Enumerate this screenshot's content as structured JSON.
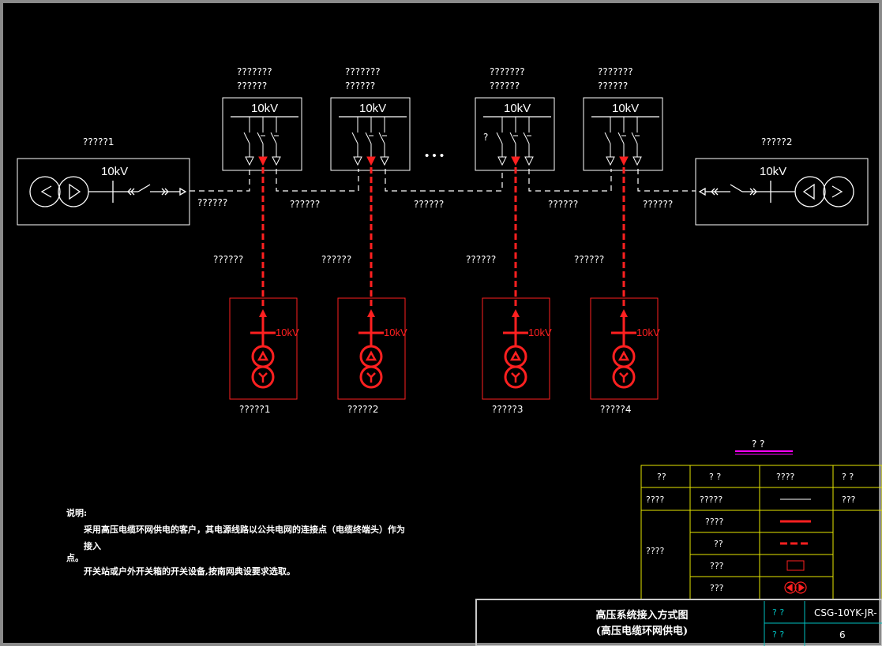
{
  "voltage": "10kV",
  "source_left": {
    "name": "?????1"
  },
  "source_right": {
    "name": "?????2"
  },
  "switch_stations": [
    {
      "line1": "???????",
      "line2": "??????"
    },
    {
      "line1": "???????",
      "line2": "??????"
    },
    {
      "line1": "???????",
      "line2": "??????"
    },
    {
      "line1": "???????",
      "line2": "??????"
    }
  ],
  "switch_mark": "?",
  "ellipsis": "• • •",
  "ring_cable_labels": [
    "??????",
    "??????",
    "??????",
    "??????",
    "??????"
  ],
  "branch_cable_labels": [
    "??????",
    "??????",
    "??????",
    "??????"
  ],
  "customers": [
    "?????1",
    "?????2",
    "?????3",
    "?????4"
  ],
  "notes": {
    "heading": "说明:",
    "line1": "采用高压电缆环网供电的客户，其电源线路以公共电网的连接点（电缆终端头）作为接入",
    "line1b": "点。",
    "line2": "开关站或户外开关箱的开关设备,按南网典设要求选取。"
  },
  "legend": {
    "title": "? ?",
    "headers": [
      "??",
      "?  ?",
      "????",
      "?  ?"
    ],
    "row_public": {
      "group": "????",
      "name": "?????",
      "remark": "???"
    },
    "group_customer": "????",
    "customer_rows": [
      "????",
      "??",
      "???",
      "???"
    ]
  },
  "title_block": {
    "title_line1": "高压系统接入方式图",
    "title_line2": "(高压电缆环网供电)",
    "label1": "?  ?",
    "label2": "?  ?",
    "code": "CSG-10YK-JR-",
    "number": "6"
  },
  "colors": {
    "public": "#ffffff",
    "customer": "#ff2020",
    "legend_grid": "#e6e600",
    "title_rule": "#ff00ff",
    "block_grid": "#00c0c0"
  }
}
